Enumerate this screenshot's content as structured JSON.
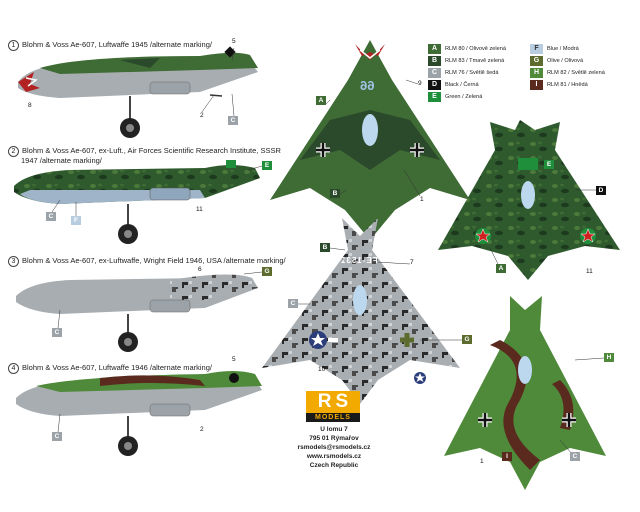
{
  "profiles": [
    {
      "num": "1",
      "caption": "Blohm & Voss Ae-607, Luftwaffe 1945 /alternate marking/"
    },
    {
      "num": "2",
      "caption": "Blohm & Voss Ae-607, ex-Luft., Air Forces Scientific Research Institute, SSSR",
      "caption2": "1947 /alternate marking/"
    },
    {
      "num": "3",
      "caption": "Blohm & Voss Ae-607, ex-Luftwaffe, Wright Field 1946, USA /alternate marking/"
    },
    {
      "num": "4",
      "caption": "Blohm & Voss Ae-607, Luftwaffe 1946 /alternate marking/"
    }
  ],
  "legend": [
    {
      "code": "A",
      "label": "RLM 80 / Olivově zelená",
      "color": "#3f6b35"
    },
    {
      "code": "B",
      "label": "RLM 83 / Tmavě zelená",
      "color": "#2b4a2b"
    },
    {
      "code": "C",
      "label": "RLM 76 / Světlě šedá",
      "color": "#9ca3a8"
    },
    {
      "code": "D",
      "label": "Black / Černá",
      "color": "#111111"
    },
    {
      "code": "E",
      "label": "Green / Zelená",
      "color": "#1f8f3c"
    },
    {
      "code": "F",
      "label": "Blue / Modrá",
      "color": "#b8cde0"
    },
    {
      "code": "G",
      "label": "Olive / Olivová",
      "color": "#5e6b2e"
    },
    {
      "code": "H",
      "label": "RLM 82 / Světlě zelená",
      "color": "#4f8a3a"
    },
    {
      "code": "I",
      "label": "RLM 81 / Hnědá",
      "color": "#5a2a1e"
    }
  ],
  "marks": {
    "fin_code_1": "99",
    "us_serial": "FE-1531"
  },
  "brand": {
    "r": "R",
    "s": "S",
    "sub": "MODELS"
  },
  "address": {
    "line1": "U lomu 7",
    "line2": "795 01 Rýmařov",
    "line3": "rsmodels@rsmodels.cz",
    "line4": "www.rsmodels.cz",
    "line5": "Czech Republic"
  },
  "callouts": {
    "A": "A",
    "B": "B",
    "C": "C",
    "D": "D",
    "E": "E",
    "F": "F",
    "G": "G",
    "H": "H",
    "I": "I",
    "n1": "1",
    "n2": "2",
    "n5": "5",
    "n6": "6",
    "n7": "7",
    "n8": "8",
    "n9": "9",
    "n10": "10",
    "n11": "11"
  }
}
